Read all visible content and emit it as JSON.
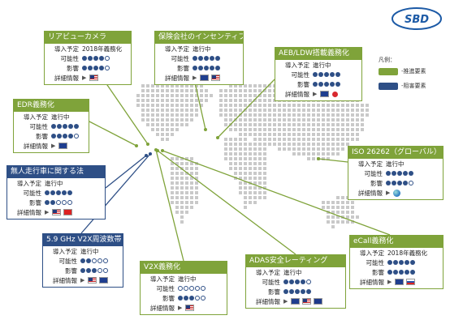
{
  "brand": "SBD",
  "colors": {
    "promote": "#7fa33a",
    "obstacle": "#2e4f86",
    "line_promote": "#7fa33a",
    "line_obstacle": "#2e4f86"
  },
  "legend": {
    "title": "凡例：",
    "promote": "推進要素",
    "obstacle": "阻害要素"
  },
  "row_labels": {
    "intro": "導入予定",
    "possibility": "可能性",
    "impact": "影響",
    "details": "詳細情報"
  },
  "cards": [
    {
      "id": "rear_camera",
      "type": "promote",
      "title": "リアビューカメラ",
      "intro": "2018年義務化",
      "possibility": 4,
      "impact": 4,
      "flags": [
        "us"
      ]
    },
    {
      "id": "insurance",
      "type": "promote",
      "title": "保険会社のインセンティブ",
      "intro": "進行中",
      "possibility": 5,
      "impact": 5,
      "flags": [
        "eu",
        "us"
      ]
    },
    {
      "id": "aeb_ldw",
      "type": "promote",
      "title": "AEB/LDW搭載義務化",
      "intro": "進行中",
      "possibility": 5,
      "impact": 5,
      "flags": [
        "eu",
        "jp"
      ]
    },
    {
      "id": "edr",
      "type": "promote",
      "title": "EDR義務化",
      "intro": "進行中",
      "possibility": 5,
      "impact": 4,
      "flags": [
        "eu"
      ]
    },
    {
      "id": "autonomous_law",
      "type": "obstacle",
      "title": "無人走行車に関する法",
      "intro": "進行中",
      "possibility": 5,
      "impact": 2,
      "flags": [
        "us",
        "cn"
      ]
    },
    {
      "id": "v2x_band",
      "type": "obstacle",
      "title": "5.9 GHz V2X周波数帯",
      "intro": "進行中",
      "possibility": 2,
      "impact": 3,
      "flags": [
        "us",
        "eu"
      ]
    },
    {
      "id": "v2x_mandate",
      "type": "promote",
      "title": "V2X義務化",
      "intro": "進行中",
      "possibility": 0,
      "impact": 3,
      "flags": [
        "us"
      ]
    },
    {
      "id": "adas_rating",
      "type": "promote",
      "title": "ADAS安全レーティング",
      "intro": "進行中",
      "possibility": 4,
      "impact": 5,
      "flags": [
        "eu",
        "us",
        "au"
      ]
    },
    {
      "id": "iso26262",
      "type": "promote",
      "title": "ISO 26262（グローバル）",
      "intro": "進行中",
      "possibility": 5,
      "impact": 4,
      "flags": [
        "globe"
      ]
    },
    {
      "id": "ecall",
      "type": "promote",
      "title": "eCall義務化",
      "intro": "2018年義務化",
      "possibility": 5,
      "impact": 5,
      "flags": [
        "eu",
        "ru"
      ]
    }
  ]
}
